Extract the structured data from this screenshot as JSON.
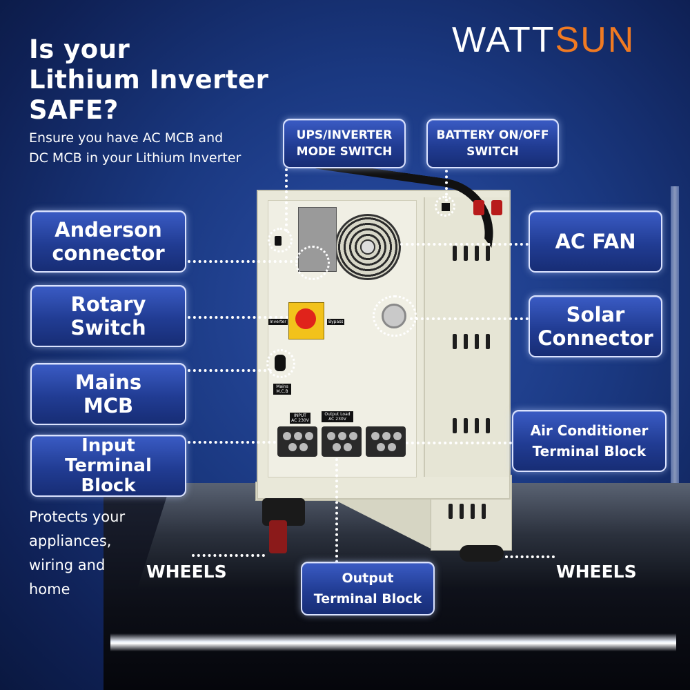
{
  "brand": {
    "part1": "WATT",
    "part2": "SUN",
    "accent": "#f07a22"
  },
  "headline": {
    "line1": "Is your",
    "line2": "Lithium Inverter",
    "line3": "SAFE?"
  },
  "subline": {
    "line1": "Ensure you have AC MCB and",
    "line2": "DC MCB in your Lithium Inverter"
  },
  "callouts": {
    "ups_mode": {
      "line1": "UPS/INVERTER",
      "line2": "MODE SWITCH"
    },
    "battery_switch": {
      "line1": "BATTERY ON/OFF",
      "line2": "SWITCH"
    },
    "anderson": {
      "line1": "Anderson",
      "line2": "connector"
    },
    "ac_fan": {
      "line1": "AC FAN"
    },
    "rotary": {
      "line1": "Rotary",
      "line2": "Switch"
    },
    "solar": {
      "line1": "Solar",
      "line2": "Connector"
    },
    "mains_mcb": {
      "line1": "Mains",
      "line2": "MCB"
    },
    "ac_terminal": {
      "line1": "Air Conditioner",
      "line2": "Terminal Block"
    },
    "input_terminal": {
      "line1": "Input",
      "line2": "Terminal",
      "line3": "Block"
    },
    "output_terminal": {
      "line1": "Output",
      "line2": "Terminal Block"
    }
  },
  "protects": {
    "line1": "Protects your",
    "line2": "appliances,",
    "line3": "wiring and",
    "line4": "home"
  },
  "wheels": {
    "left": "WHEELS",
    "right": "WHEELS"
  },
  "device_labels": {
    "inverter": "Inverter",
    "bypass": "Bypass",
    "mains_mcb": "Mains M.C.B",
    "output_load": "Output Load AC 230V",
    "input_label": "INPUT AC 230V"
  }
}
